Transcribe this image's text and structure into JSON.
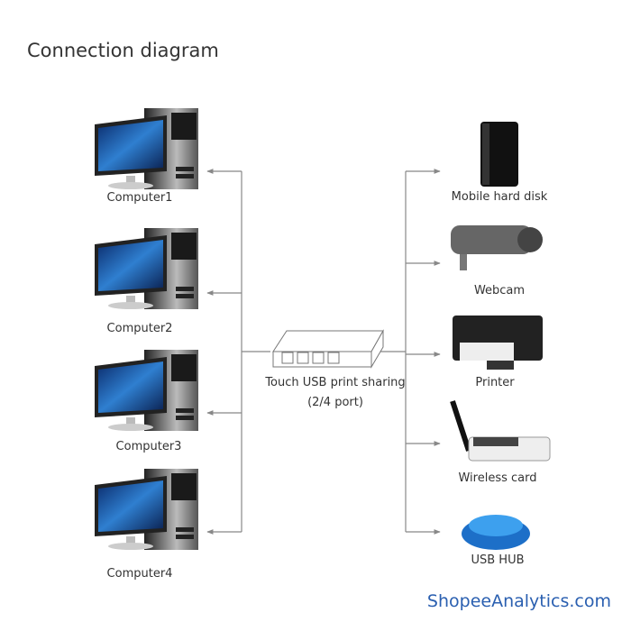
{
  "title": "Connection diagram",
  "hub": {
    "label_line1": "Touch USB print sharing",
    "label_line2": "(2/4 port)"
  },
  "computers": [
    "Computer1",
    "Computer2",
    "Computer3",
    "Computer4"
  ],
  "devices": [
    "Mobile hard disk",
    "Webcam",
    "Printer",
    "Wireless card",
    "USB HUB"
  ],
  "watermark": "ShopeeAnalytics.com",
  "colors": {
    "line": "#888888",
    "accent": "#2a5fb0"
  }
}
